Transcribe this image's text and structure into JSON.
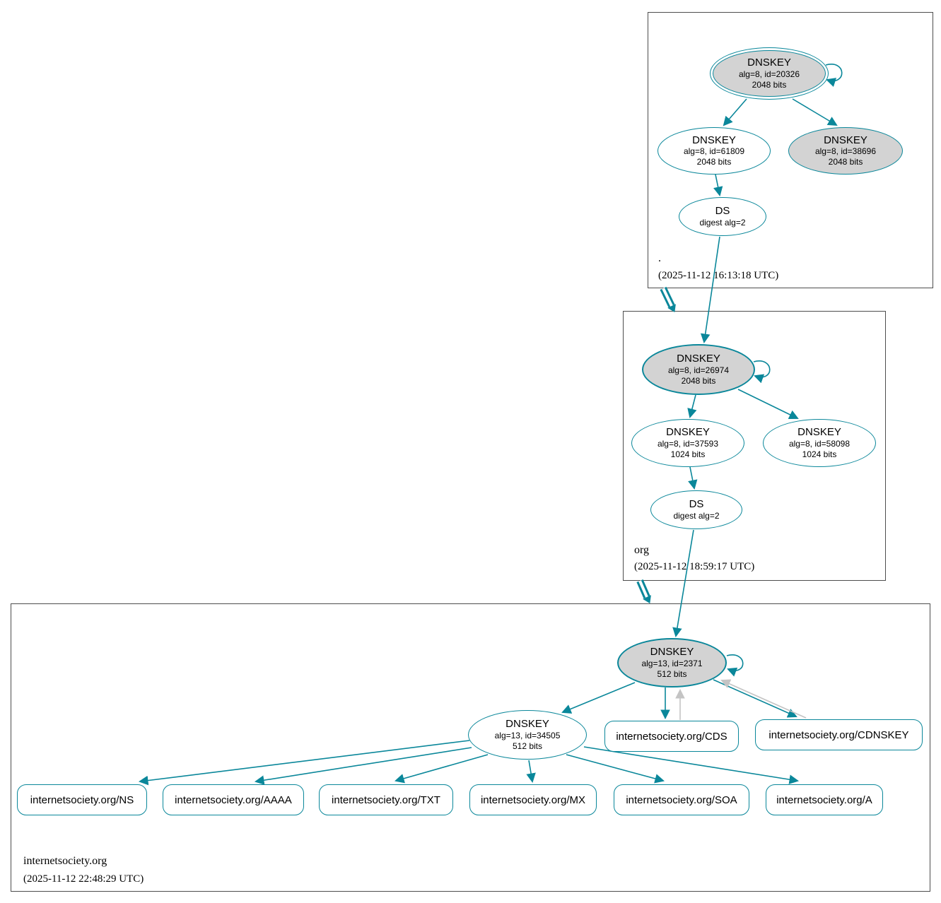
{
  "colors": {
    "edge_teal": "#0a879a",
    "ksk_fill": "#d3d3d3",
    "edge_gray": "#c4c4c4"
  },
  "zones": {
    "root": {
      "name": ".",
      "timestamp": "(2025-11-12 16:13:18 UTC)"
    },
    "org": {
      "name": "org",
      "timestamp": "(2025-11-12 18:59:17 UTC)"
    },
    "isoc": {
      "name": "internetsociety.org",
      "timestamp": "(2025-11-12 22:48:29 UTC)"
    }
  },
  "nodes": {
    "root_ksk": {
      "type": "DNSKEY",
      "detail": "alg=8, id=20326",
      "bits": "2048 bits"
    },
    "root_zsk": {
      "type": "DNSKEY",
      "detail": "alg=8, id=61809",
      "bits": "2048 bits"
    },
    "root_key2": {
      "type": "DNSKEY",
      "detail": "alg=8, id=38696",
      "bits": "2048 bits"
    },
    "root_ds": {
      "type": "DS",
      "detail": "digest alg=2"
    },
    "org_ksk": {
      "type": "DNSKEY",
      "detail": "alg=8, id=26974",
      "bits": "2048 bits"
    },
    "org_zsk": {
      "type": "DNSKEY",
      "detail": "alg=8, id=37593",
      "bits": "1024 bits"
    },
    "org_key2": {
      "type": "DNSKEY",
      "detail": "alg=8, id=58098",
      "bits": "1024 bits"
    },
    "org_ds": {
      "type": "DS",
      "detail": "digest alg=2"
    },
    "isoc_ksk": {
      "type": "DNSKEY",
      "detail": "alg=13, id=2371",
      "bits": "512 bits"
    },
    "isoc_zsk": {
      "type": "DNSKEY",
      "detail": "alg=13, id=34505",
      "bits": "512 bits"
    }
  },
  "rrsets": {
    "cds": "internetsociety.org/CDS",
    "cdnskey": "internetsociety.org/CDNSKEY",
    "ns": "internetsociety.org/NS",
    "aaaa": "internetsociety.org/AAAA",
    "txt": "internetsociety.org/TXT",
    "mx": "internetsociety.org/MX",
    "soa": "internetsociety.org/SOA",
    "a": "internetsociety.org/A"
  }
}
